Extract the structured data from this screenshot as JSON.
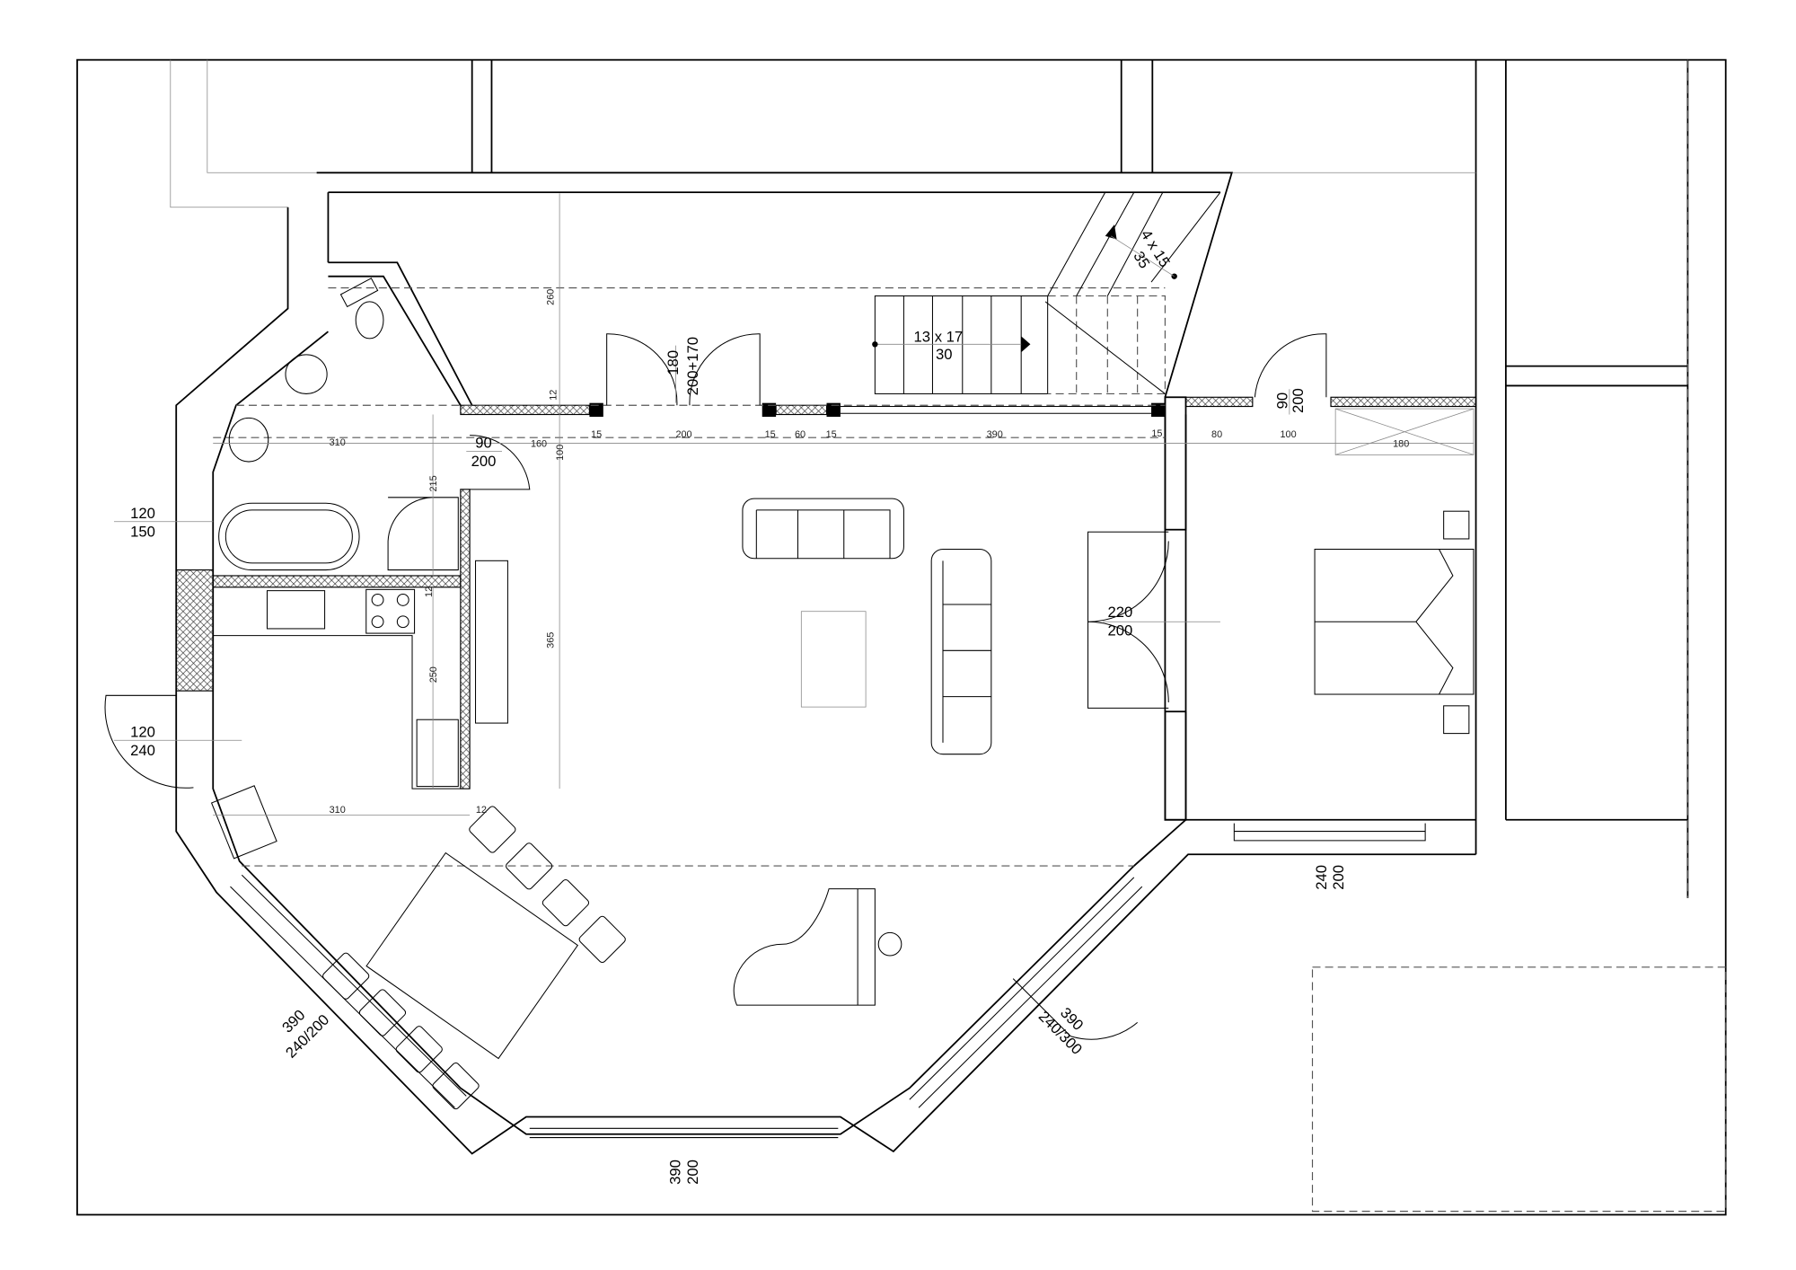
{
  "title": "Ground floor plan",
  "openings": {
    "bath_window": {
      "w": "120",
      "h": "150"
    },
    "kitchen_door": {
      "w": "120",
      "h": "240"
    },
    "bath_door": {
      "w": "90",
      "h": "200"
    },
    "double_door": {
      "w": "180",
      "h": "200+170"
    },
    "entry_door": {
      "w": "90",
      "h": "200"
    },
    "bedroom_door": {
      "w": "220",
      "h": "200"
    },
    "bedroom_window": {
      "w": "240",
      "h": "200"
    },
    "bottom_window": {
      "w": "390",
      "h": "200"
    },
    "left_window": {
      "w": "390",
      "h": "240/200"
    },
    "right_window": {
      "w": "390",
      "h": "240/300"
    }
  },
  "stairs": {
    "main": {
      "count": "13 x 17",
      "tread": "30"
    },
    "upper": {
      "count": "4 x 15",
      "tread": "35"
    }
  },
  "dims_h": [
    "310",
    "160",
    "15",
    "200",
    "15",
    "60",
    "15",
    "390",
    "15",
    "80",
    "100",
    "180",
    "310",
    "12"
  ],
  "dims_v": [
    "260",
    "12",
    "100",
    "215",
    "12",
    "365",
    "250"
  ]
}
